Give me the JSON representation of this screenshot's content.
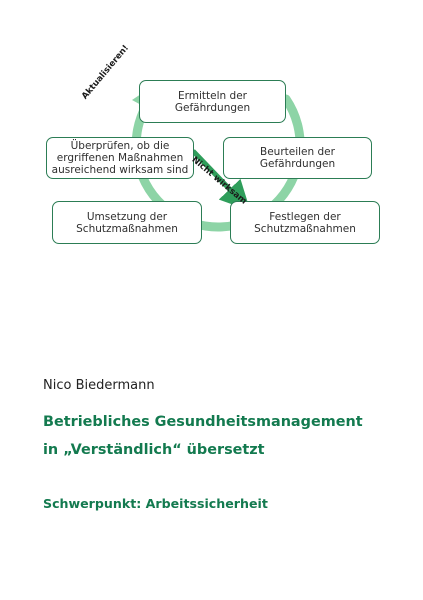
{
  "diagram": {
    "steps": [
      {
        "id": "ermitteln",
        "text": "Ermitteln der\nGefährdungen"
      },
      {
        "id": "beurteilen",
        "text": "Beurteilen der\nGefährdungen"
      },
      {
        "id": "festlegen",
        "text": "Festlegen der\nSchutzmaßnahmen"
      },
      {
        "id": "umsetzung",
        "text": "Umsetzung der\nSchutzmaßnahmen"
      },
      {
        "id": "ueberpruefen",
        "text": "Überprüfen, ob die\nergriffenen Maßnahmen\nausreichend wirksam sind"
      }
    ],
    "label_aktualisieren": "Aktualisieren!",
    "label_nicht_wirksam": "Nicht wirksam",
    "colors": {
      "cycle_arrow": "#8dd4a6",
      "box_border": "#2c7d55",
      "feedback_arrow": "#2f9e5b"
    }
  },
  "author": "Nico Biedermann",
  "title": {
    "line1": "Betriebliches Gesundheitsmanagement",
    "line2": "in „Verständlich“ übersetzt"
  },
  "subtitle": "Schwerpunkt: Arbeitssicherheit",
  "colors": {
    "title": "#137a4f",
    "text": "#222222"
  }
}
